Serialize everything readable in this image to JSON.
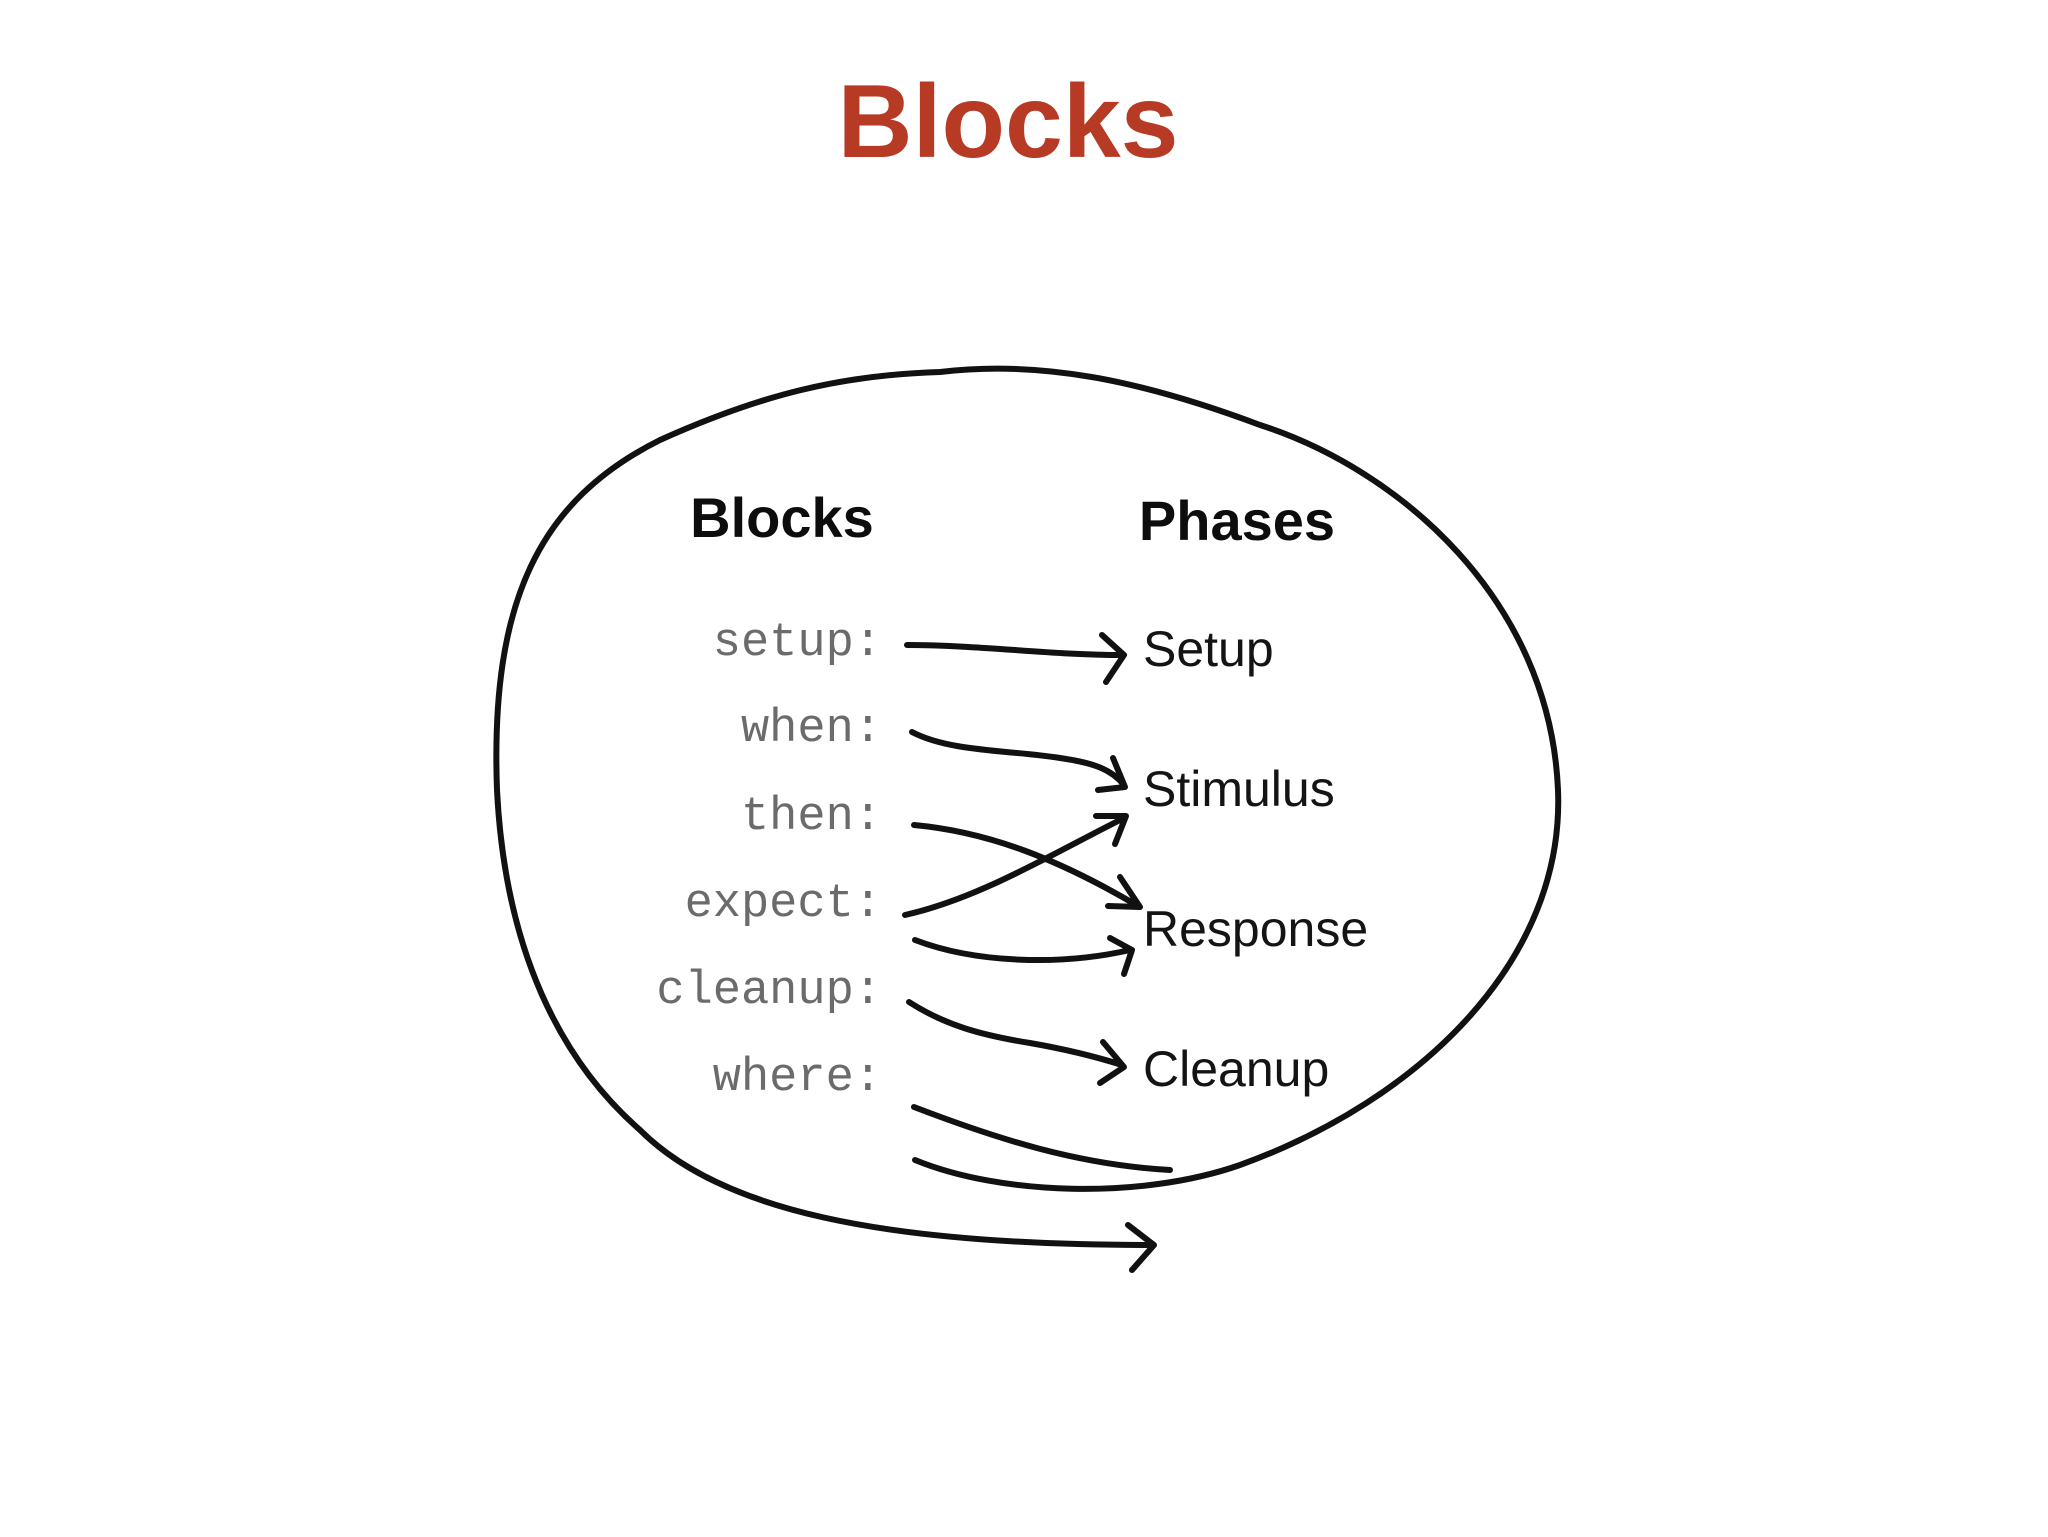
{
  "title": "Blocks",
  "diagram": {
    "headers": {
      "blocks": "Blocks",
      "phases": "Phases"
    },
    "blocks": [
      "setup:",
      "when:",
      "then:",
      "expect:",
      "cleanup:",
      "where:"
    ],
    "phases": [
      "Setup",
      "Stimulus",
      "Response",
      "Cleanup"
    ],
    "mappings": [
      {
        "from": "setup:",
        "to": "Setup"
      },
      {
        "from": "when:",
        "to": "Stimulus"
      },
      {
        "from": "then:",
        "to": "Response"
      },
      {
        "from": "expect:",
        "to": "Stimulus"
      },
      {
        "from": "expect:",
        "to": "Response"
      },
      {
        "from": "cleanup:",
        "to": "Cleanup"
      },
      {
        "from": "where:",
        "to": ""
      }
    ]
  }
}
